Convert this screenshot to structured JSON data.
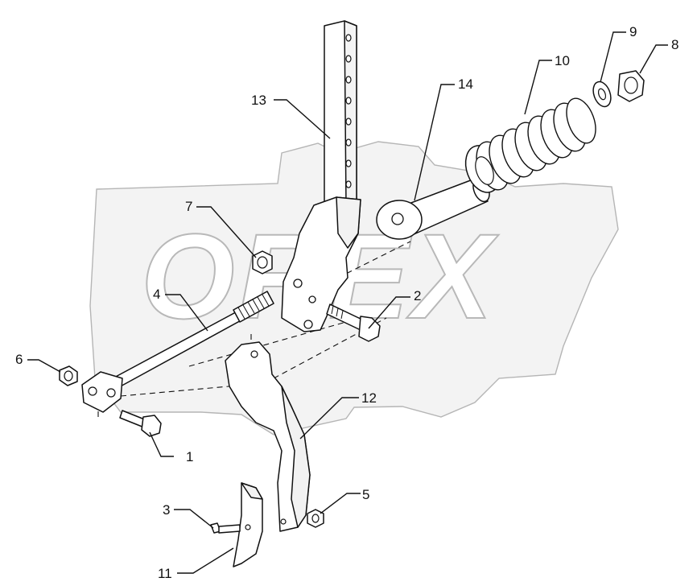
{
  "diagram": {
    "watermark": "OREX",
    "callouts": [
      {
        "id": "c1",
        "label": "1"
      },
      {
        "id": "c2",
        "label": "2"
      },
      {
        "id": "c3",
        "label": "3"
      },
      {
        "id": "c4",
        "label": "4"
      },
      {
        "id": "c5",
        "label": "5"
      },
      {
        "id": "c6",
        "label": "6"
      },
      {
        "id": "c7",
        "label": "7"
      },
      {
        "id": "c8",
        "label": "8"
      },
      {
        "id": "c9",
        "label": "9"
      },
      {
        "id": "c10",
        "label": "10"
      },
      {
        "id": "c11",
        "label": "11"
      },
      {
        "id": "c12",
        "label": "12"
      },
      {
        "id": "c13",
        "label": "13"
      },
      {
        "id": "c14",
        "label": "14"
      }
    ]
  }
}
